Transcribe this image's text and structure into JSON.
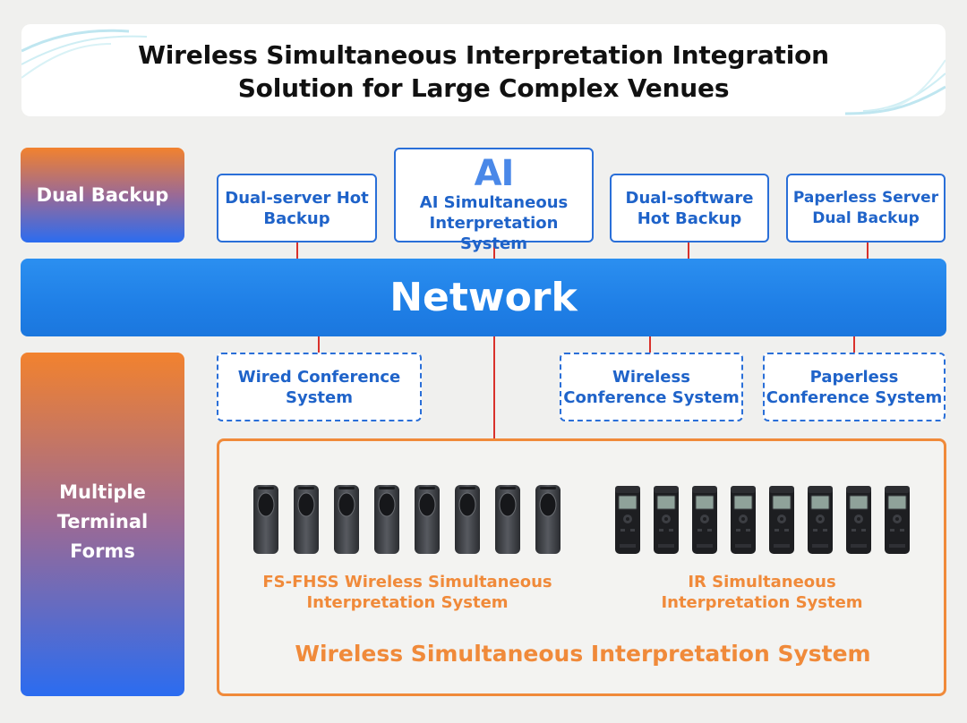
{
  "title": {
    "line1": "Wireless Simultaneous Interpretation Integration",
    "line2": "Solution for Large Complex Venues"
  },
  "categories": {
    "dual_backup": "Dual Backup",
    "terminal_forms": [
      "Multiple",
      "Terminal",
      "Forms"
    ]
  },
  "backup_boxes": [
    {
      "lines": [
        "Dual-server Hot",
        "Backup"
      ]
    },
    {
      "logo": "AI",
      "lines": [
        "AI Simultaneous",
        "Interpretation System"
      ]
    },
    {
      "lines": [
        "Dual-software",
        "Hot Backup"
      ]
    },
    {
      "lines": [
        "Paperless Server",
        "Dual Backup"
      ]
    }
  ],
  "network": "Network",
  "conference_boxes": [
    {
      "lines": [
        "Wired Conference",
        "System"
      ]
    },
    {
      "lines": [
        "Wireless",
        "Conference System"
      ]
    },
    {
      "lines": [
        "Paperless",
        "Conference System"
      ]
    }
  ],
  "terminals": {
    "fs_fhss": [
      "FS-FHSS Wireless Simultaneous",
      "Interpretation System"
    ],
    "ir": [
      "IR Simultaneous",
      "Interpretation System"
    ],
    "group_label": "Wireless Simultaneous Interpretation System"
  },
  "colors": {
    "blue": "#1f63c9",
    "orange": "#f08a3a",
    "connector": "#d9312b",
    "network": "#1f7fe6"
  }
}
